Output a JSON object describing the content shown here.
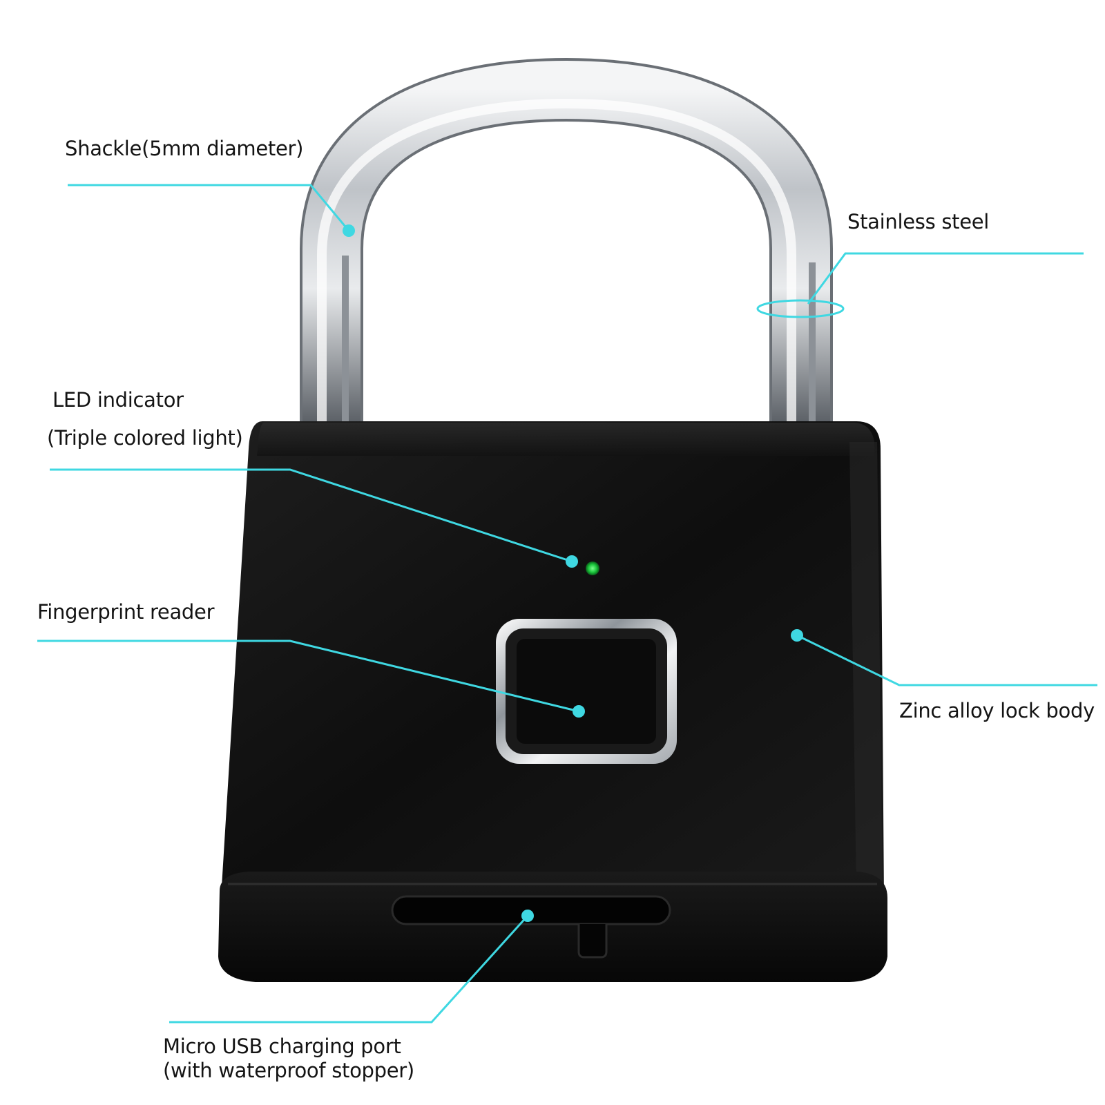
{
  "callouts": {
    "shackle": "Shackle(5mm diameter)",
    "stainless": "Stainless steel",
    "led_line1": "LED indicator",
    "led_line2": "(Triple colored light)",
    "fingerprint": "Fingerprint reader",
    "body": "Zinc alloy lock body",
    "usb_line1": "Micro USB charging port",
    "usb_line2": "(with waterproof stopper)"
  },
  "colors": {
    "callout_line": "#3fd8e2",
    "led_light": "#19c43a",
    "lock_body": "#111111",
    "shackle_metal": "#c9cdd2"
  }
}
